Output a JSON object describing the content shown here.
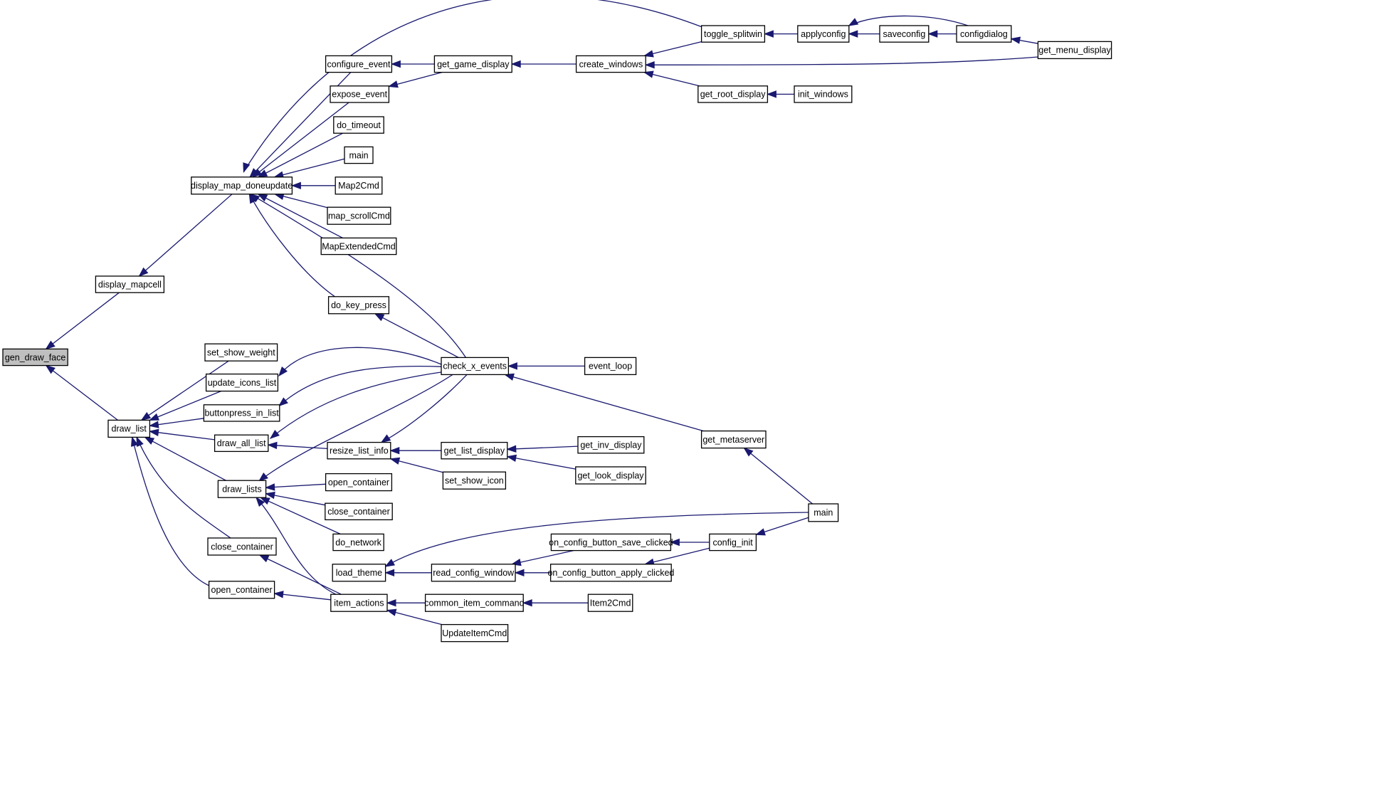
{
  "colors": {
    "edge": "#191970",
    "node_border": "#000000",
    "root_fill": "#bfbfbf",
    "node_fill": "#ffffff"
  },
  "nodes": [
    {
      "id": "gen_draw_face",
      "label": "gen_draw_face",
      "root": true
    },
    {
      "id": "display_mapcell",
      "label": "display_mapcell"
    },
    {
      "id": "draw_list",
      "label": "draw_list"
    },
    {
      "id": "display_map_doneupdate",
      "label": "display_map_doneupdate"
    },
    {
      "id": "configure_event",
      "label": "configure_event"
    },
    {
      "id": "expose_event",
      "label": "expose_event"
    },
    {
      "id": "do_timeout",
      "label": "do_timeout"
    },
    {
      "id": "main_a",
      "label": "main"
    },
    {
      "id": "Map2Cmd",
      "label": "Map2Cmd"
    },
    {
      "id": "map_scrollCmd",
      "label": "map_scrollCmd"
    },
    {
      "id": "MapExtendedCmd",
      "label": "MapExtendedCmd"
    },
    {
      "id": "do_key_press",
      "label": "do_key_press"
    },
    {
      "id": "get_game_display",
      "label": "get_game_display"
    },
    {
      "id": "create_windows",
      "label": "create_windows"
    },
    {
      "id": "toggle_splitwin",
      "label": "toggle_splitwin"
    },
    {
      "id": "applyconfig",
      "label": "applyconfig"
    },
    {
      "id": "saveconfig",
      "label": "saveconfig"
    },
    {
      "id": "configdialog",
      "label": "configdialog"
    },
    {
      "id": "get_menu_display",
      "label": "get_menu_display"
    },
    {
      "id": "get_root_display",
      "label": "get_root_display"
    },
    {
      "id": "init_windows",
      "label": "init_windows"
    },
    {
      "id": "set_show_weight",
      "label": "set_show_weight"
    },
    {
      "id": "update_icons_list",
      "label": "update_icons_list"
    },
    {
      "id": "buttonpress_in_list",
      "label": "buttonpress_in_list"
    },
    {
      "id": "draw_all_list",
      "label": "draw_all_list"
    },
    {
      "id": "draw_lists",
      "label": "draw_lists"
    },
    {
      "id": "close_container_a",
      "label": "close_container"
    },
    {
      "id": "open_container_a",
      "label": "open_container"
    },
    {
      "id": "check_x_events",
      "label": "check_x_events"
    },
    {
      "id": "event_loop",
      "label": "event_loop"
    },
    {
      "id": "get_metaserver",
      "label": "get_metaserver"
    },
    {
      "id": "main_b",
      "label": "main"
    },
    {
      "id": "resize_list_info",
      "label": "resize_list_info"
    },
    {
      "id": "get_list_display",
      "label": "get_list_display"
    },
    {
      "id": "get_inv_display",
      "label": "get_inv_display"
    },
    {
      "id": "get_look_display",
      "label": "get_look_display"
    },
    {
      "id": "set_show_icon",
      "label": "set_show_icon"
    },
    {
      "id": "open_container_b",
      "label": "open_container"
    },
    {
      "id": "close_container_b",
      "label": "close_container"
    },
    {
      "id": "do_network",
      "label": "do_network"
    },
    {
      "id": "load_theme",
      "label": "load_theme"
    },
    {
      "id": "read_config_window",
      "label": "read_config_window"
    },
    {
      "id": "on_config_button_save_clicked",
      "label": "on_config_button_save_clicked"
    },
    {
      "id": "on_config_button_apply_clicked",
      "label": "on_config_button_apply_clicked"
    },
    {
      "id": "config_init",
      "label": "config_init"
    },
    {
      "id": "item_actions",
      "label": "item_actions"
    },
    {
      "id": "common_item_command",
      "label": "common_item_command"
    },
    {
      "id": "Item2Cmd",
      "label": "Item2Cmd"
    },
    {
      "id": "UpdateItemCmd",
      "label": "UpdateItemCmd"
    }
  ],
  "edges": [
    [
      "display_mapcell",
      "gen_draw_face"
    ],
    [
      "draw_list",
      "gen_draw_face"
    ],
    [
      "display_map_doneupdate",
      "display_mapcell"
    ],
    [
      "toggle_splitwin",
      "display_map_doneupdate"
    ],
    [
      "configure_event",
      "display_map_doneupdate"
    ],
    [
      "expose_event",
      "display_map_doneupdate"
    ],
    [
      "do_timeout",
      "display_map_doneupdate"
    ],
    [
      "main_a",
      "display_map_doneupdate"
    ],
    [
      "Map2Cmd",
      "display_map_doneupdate"
    ],
    [
      "map_scrollCmd",
      "display_map_doneupdate"
    ],
    [
      "MapExtendedCmd",
      "display_map_doneupdate"
    ],
    [
      "do_key_press",
      "display_map_doneupdate"
    ],
    [
      "check_x_events",
      "display_map_doneupdate"
    ],
    [
      "get_game_display",
      "configure_event"
    ],
    [
      "get_game_display",
      "expose_event"
    ],
    [
      "create_windows",
      "get_game_display"
    ],
    [
      "toggle_splitwin",
      "create_windows"
    ],
    [
      "get_menu_display",
      "create_windows"
    ],
    [
      "get_root_display",
      "create_windows"
    ],
    [
      "applyconfig",
      "toggle_splitwin"
    ],
    [
      "saveconfig",
      "applyconfig"
    ],
    [
      "configdialog",
      "applyconfig"
    ],
    [
      "configdialog",
      "saveconfig"
    ],
    [
      "get_menu_display",
      "configdialog"
    ],
    [
      "init_windows",
      "get_root_display"
    ],
    [
      "check_x_events",
      "do_key_press"
    ],
    [
      "set_show_weight",
      "draw_list"
    ],
    [
      "update_icons_list",
      "draw_list"
    ],
    [
      "buttonpress_in_list",
      "draw_list"
    ],
    [
      "draw_all_list",
      "draw_list"
    ],
    [
      "draw_lists",
      "draw_list"
    ],
    [
      "close_container_a",
      "draw_list"
    ],
    [
      "open_container_a",
      "draw_list"
    ],
    [
      "check_x_events",
      "update_icons_list"
    ],
    [
      "check_x_events",
      "buttonpress_in_list"
    ],
    [
      "check_x_events",
      "draw_all_list"
    ],
    [
      "resize_list_info",
      "draw_all_list"
    ],
    [
      "check_x_events",
      "draw_lists"
    ],
    [
      "open_container_b",
      "draw_lists"
    ],
    [
      "close_container_b",
      "draw_lists"
    ],
    [
      "do_network",
      "draw_lists"
    ],
    [
      "item_actions",
      "draw_lists"
    ],
    [
      "item_actions",
      "close_container_a"
    ],
    [
      "item_actions",
      "open_container_a"
    ],
    [
      "event_loop",
      "check_x_events"
    ],
    [
      "get_metaserver",
      "check_x_events"
    ],
    [
      "check_x_events",
      "resize_list_info"
    ],
    [
      "main_b",
      "get_metaserver"
    ],
    [
      "get_list_display",
      "resize_list_info"
    ],
    [
      "set_show_icon",
      "resize_list_info"
    ],
    [
      "get_inv_display",
      "get_list_display"
    ],
    [
      "get_look_display",
      "get_list_display"
    ],
    [
      "main_b",
      "load_theme"
    ],
    [
      "read_config_window",
      "load_theme"
    ],
    [
      "on_config_button_save_clicked",
      "read_config_window"
    ],
    [
      "on_config_button_apply_clicked",
      "read_config_window"
    ],
    [
      "config_init",
      "on_config_button_save_clicked"
    ],
    [
      "config_init",
      "on_config_button_apply_clicked"
    ],
    [
      "main_b",
      "config_init"
    ],
    [
      "common_item_command",
      "item_actions"
    ],
    [
      "UpdateItemCmd",
      "item_actions"
    ],
    [
      "Item2Cmd",
      "common_item_command"
    ]
  ]
}
